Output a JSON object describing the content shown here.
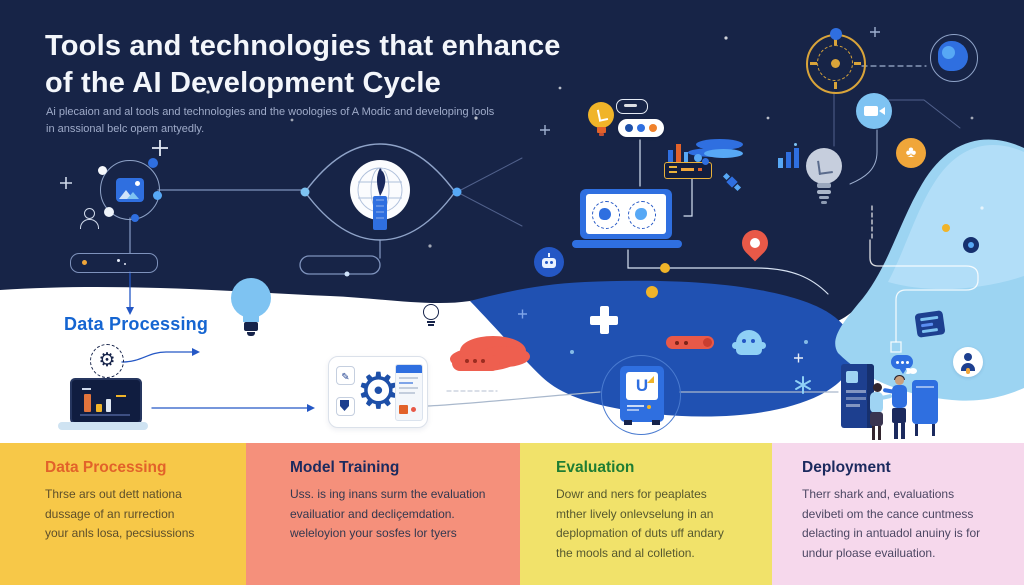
{
  "header": {
    "title": [
      "Tools and technologies that enhance",
      "of the AI Development Cycle"
    ],
    "subtitle": [
      "Ai plecaion and al tools and technologies and the woologies of A Modic and developing lools",
      "in anssional belc opem antyedly."
    ]
  },
  "diagram": {
    "stage_label": "Data Processing",
    "icons": {
      "gear_glyph": "⚙",
      "pencil_glyph": "✎",
      "club_glyph": "♣",
      "kiosk_logo": "U"
    }
  },
  "footer": {
    "columns": [
      {
        "title": "Data Processing",
        "title_color": "#e2622a",
        "bg": "#f7c848",
        "lines": [
          "Thrse ars out dett nationa",
          "dussage of an rurrection",
          "your anls losa, pecsiussions"
        ]
      },
      {
        "title": "Model Training",
        "title_color": "#1b2a5e",
        "bg": "#f5907b",
        "lines": [
          "Uss. is ing inans surm the evaluation",
          "evailuatior and decliçemdation.",
          "weleloyion your sosfes lor tyers"
        ]
      },
      {
        "title": "Evaluation",
        "title_color": "#1f7d33",
        "bg": "#f1e26a",
        "lines": [
          "Dowr and ners for peaplates",
          "mther lively onlevselung in an",
          "deplopmation of duts uff andary",
          "the mools and al colletion."
        ]
      },
      {
        "title": "Deployment",
        "title_color": "#1b2a5e",
        "bg": "#f6d8ec",
        "lines": [
          "Therr shark and, evaluations",
          "devibeti om the cance cuntmess",
          "delacting in antuadol anuiny is for",
          "undur ploase evailuation."
        ]
      }
    ]
  },
  "colors": {
    "navy": "#172447",
    "royal_blue": "#2051b2",
    "light_blue": "#9cd4f2",
    "accent_blue": "#2f6fe0",
    "label_blue": "#1565d1",
    "gold": "#f0b429",
    "red": "#e85948",
    "orange": "#e2622a",
    "green": "#1f7d33"
  }
}
